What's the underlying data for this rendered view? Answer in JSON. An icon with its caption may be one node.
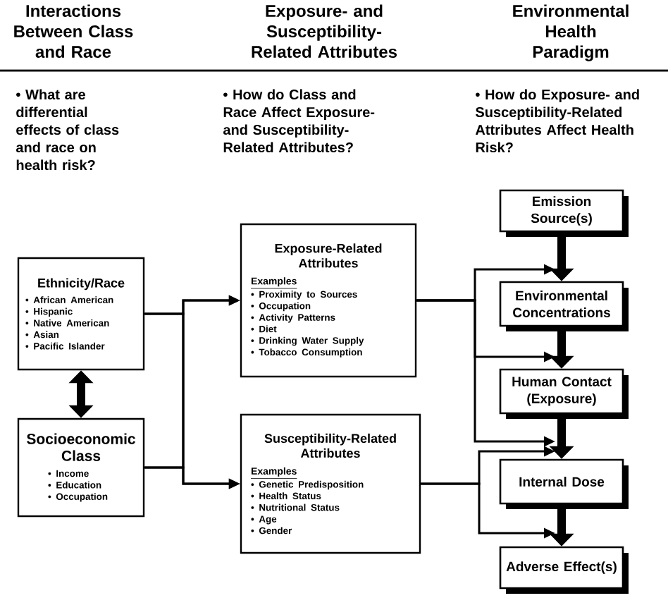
{
  "diagram": {
    "nodes": [
      {
        "text": [
          "Ethnicity/Race",
          "• African American",
          "• Hispanic",
          "• Native American",
          "• Asian",
          "• Pacific Islander"
        ]
      },
      {
        "text": [
          "Socioeconomic Class",
          "• Income",
          "• Education",
          "• Occupation"
        ]
      },
      {
        "text": [
          "Exposure-Related Attributes",
          "Examples",
          "• Proximity to Sources",
          "• Occupation",
          "• Activity Patterns",
          "• Diet",
          "• Drinking Water Supply",
          "• Tobacco Consumption"
        ]
      },
      {
        "text": [
          "Susceptibility-Related Attributes",
          "Examples",
          "• Genetic Predisposition",
          "• Health Status",
          "• Nutritional Status",
          "• Age",
          "• Gender"
        ]
      },
      {
        "text": [
          "Emission Source(s)"
        ]
      },
      {
        "text": [
          "Environmental Concentrations"
        ]
      },
      {
        "text": [
          "Human Contact (Exposure)"
        ]
      },
      {
        "text": [
          "Internal Dose"
        ]
      },
      {
        "text": [
          "Adverse Effect(s)"
        ]
      }
    ],
    "edges": [
      {
        "from": 0,
        "to": 1,
        "arrow": "both",
        "style": "thick"
      },
      {
        "from": 0,
        "to": 2,
        "arrow": "to"
      },
      {
        "from": 0,
        "to": 3,
        "arrow": "to"
      },
      {
        "from": 1,
        "to": 2,
        "arrow": "to"
      },
      {
        "from": 1,
        "to": 3,
        "arrow": "to"
      },
      {
        "from": 2,
        "to": 5,
        "arrow": "to"
      },
      {
        "from": 2,
        "to": 6,
        "arrow": "to"
      },
      {
        "from": 2,
        "to": 7,
        "arrow": "to"
      },
      {
        "from": 3,
        "to": 7,
        "arrow": "to"
      },
      {
        "from": 3,
        "to": 8,
        "arrow": "to"
      },
      {
        "from": 4,
        "to": 5,
        "arrow": "to",
        "style": "thick"
      },
      {
        "from": 5,
        "to": 6,
        "arrow": "to",
        "style": "thick"
      },
      {
        "from": 6,
        "to": 7,
        "arrow": "to",
        "style": "thick"
      },
      {
        "from": 7,
        "to": 8,
        "arrow": "to",
        "style": "thick"
      }
    ],
    "labels": [
      "Interactions Between Class and Race",
      "Exposure- and Susceptibility-Related Attributes",
      "Environmental Health Paradigm",
      "• What are differential effects of class and race on health risk?",
      "• How do Class and Race Affect Exposure- and Susceptibility-Related Attributes?",
      "• How do Exposure- and Susceptibility-Related Attributes Affect Health Risk?"
    ]
  }
}
